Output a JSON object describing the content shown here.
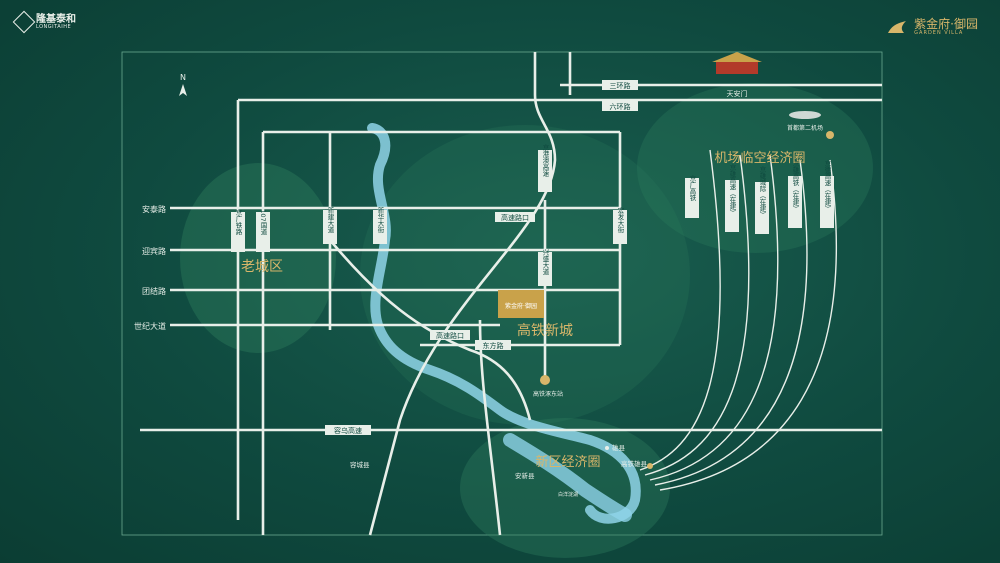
{
  "brand": {
    "developer_cn": "隆基泰和",
    "developer_en": "LONGITAIHE",
    "project_cn": "紫金府·御园",
    "project_en": "GARDEN VILLA"
  },
  "colors": {
    "background": "#0f4a3f",
    "road": "#e8efe9",
    "river": "#8fd3e8",
    "gold": "#d8b66a",
    "zone_fill": "#2c7a5c"
  },
  "compass": "N",
  "roads": {
    "sanhuan": "三环路",
    "liuhuan": "六环路",
    "antai": "安泰路",
    "yingbin": "迎宾路",
    "tuanjie": "团结路",
    "shiji": "世纪大道",
    "jingwu": "容乌高速",
    "guangzhou": "京广铁路",
    "road107": "107国道",
    "xinjian": "新建大道",
    "xinhua": "新华大街",
    "gaotie_north": "高速路口",
    "gaotie_south": "高速路口",
    "dongfang": "东方路",
    "xingsheng": "兴盛大道",
    "jinggang": "京港澳高速",
    "hongxing": "宏发大街",
    "jingguang_rail": "京广高铁",
    "jingxiong_hwy": "京雄高速（在建）",
    "nanjing_rail": "京雄城际（在建）",
    "jingxiong_rail": "京雄高铁（在建）",
    "jingde_hwy": "京德高速（在建）"
  },
  "zones": {
    "old_city": "老城区",
    "high_speed_city": "高铁新城",
    "airport_zone": "机场临空经济圈",
    "new_area_zone": "新区经济圈"
  },
  "landmarks": {
    "tiananmen": "天安门",
    "airport": "首都第二机场",
    "station": "高铁涿东站",
    "xiongxian": "雄县",
    "xiongxian_station": "高铁雄县",
    "anxin": "安新县",
    "rongcheng": "容城县",
    "baiyangdian": "白洋淀湖",
    "project_label": "紫金府·御园"
  }
}
